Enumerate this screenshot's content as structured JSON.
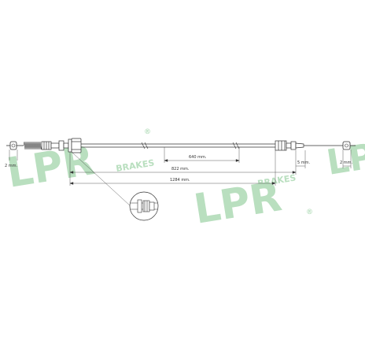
{
  "watermark": {
    "brand": "LPR",
    "tagline": "BRAKES",
    "registered": "®",
    "color": "#b9dfbf"
  },
  "dimensions": {
    "end_left": "2 mm.",
    "inner_length": "640 mm.",
    "mid_length": "822 mm.",
    "total_length": "1284 mm.",
    "end_right_a": "5 mm.",
    "end_right_b": "2 mm."
  },
  "colors": {
    "line": "#333333",
    "cable": "#555555"
  }
}
